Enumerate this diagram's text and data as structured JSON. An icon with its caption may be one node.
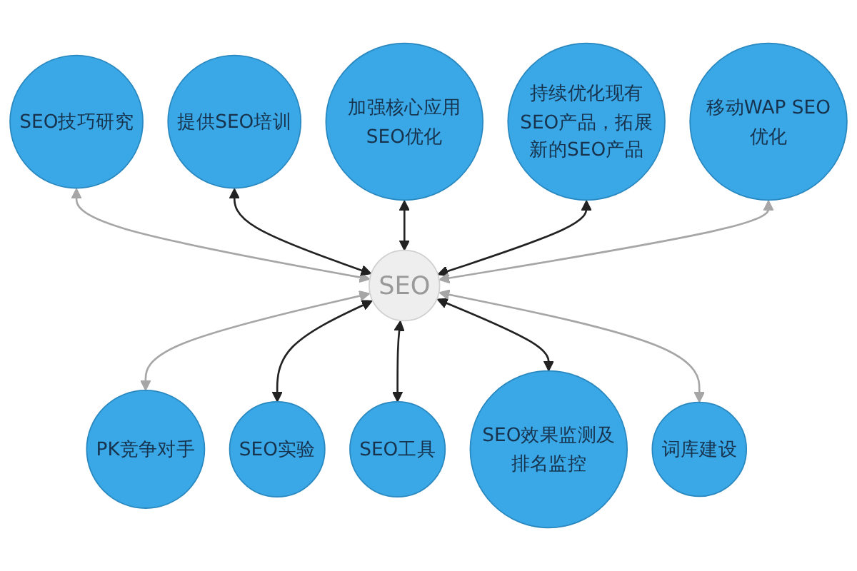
{
  "diagram": {
    "nodes": [
      {
        "text": [
          "加强核心应用SEO优化"
        ]
      },
      {
        "text": [
          "提供SEO培训"
        ]
      },
      {
        "text": [
          "持续优化现有SEO产品，拓展新的SEO产品"
        ]
      },
      {
        "text": [
          "SEO技巧研究"
        ]
      },
      {
        "text": [
          "移动WAP SEO优化"
        ]
      },
      {
        "text": [
          "SEO"
        ]
      },
      {
        "text": [
          "PK竞争对手"
        ]
      },
      {
        "text": [
          "词库建设"
        ]
      },
      {
        "text": [
          "SEO实验"
        ]
      },
      {
        "text": [
          "SEO效果监测及排名监控"
        ]
      },
      {
        "text": [
          "SEO工具"
        ]
      }
    ],
    "edges": [
      {
        "from": 3,
        "to": 5,
        "arrow": "both",
        "color": "#a6a6a6"
      },
      {
        "from": 1,
        "to": 5,
        "arrow": "both"
      },
      {
        "from": 0,
        "to": 5,
        "arrow": "both"
      },
      {
        "from": 2,
        "to": 5,
        "arrow": "both"
      },
      {
        "from": 4,
        "to": 5,
        "arrow": "both",
        "color": "#a6a6a6"
      },
      {
        "from": 5,
        "to": 6,
        "arrow": "both",
        "color": "#a6a6a6"
      },
      {
        "from": 5,
        "to": 8,
        "arrow": "both"
      },
      {
        "from": 5,
        "to": 10,
        "arrow": "both"
      },
      {
        "from": 5,
        "to": 9,
        "arrow": "both"
      },
      {
        "from": 5,
        "to": 7,
        "arrow": "both",
        "color": "#a6a6a6"
      }
    ]
  }
}
